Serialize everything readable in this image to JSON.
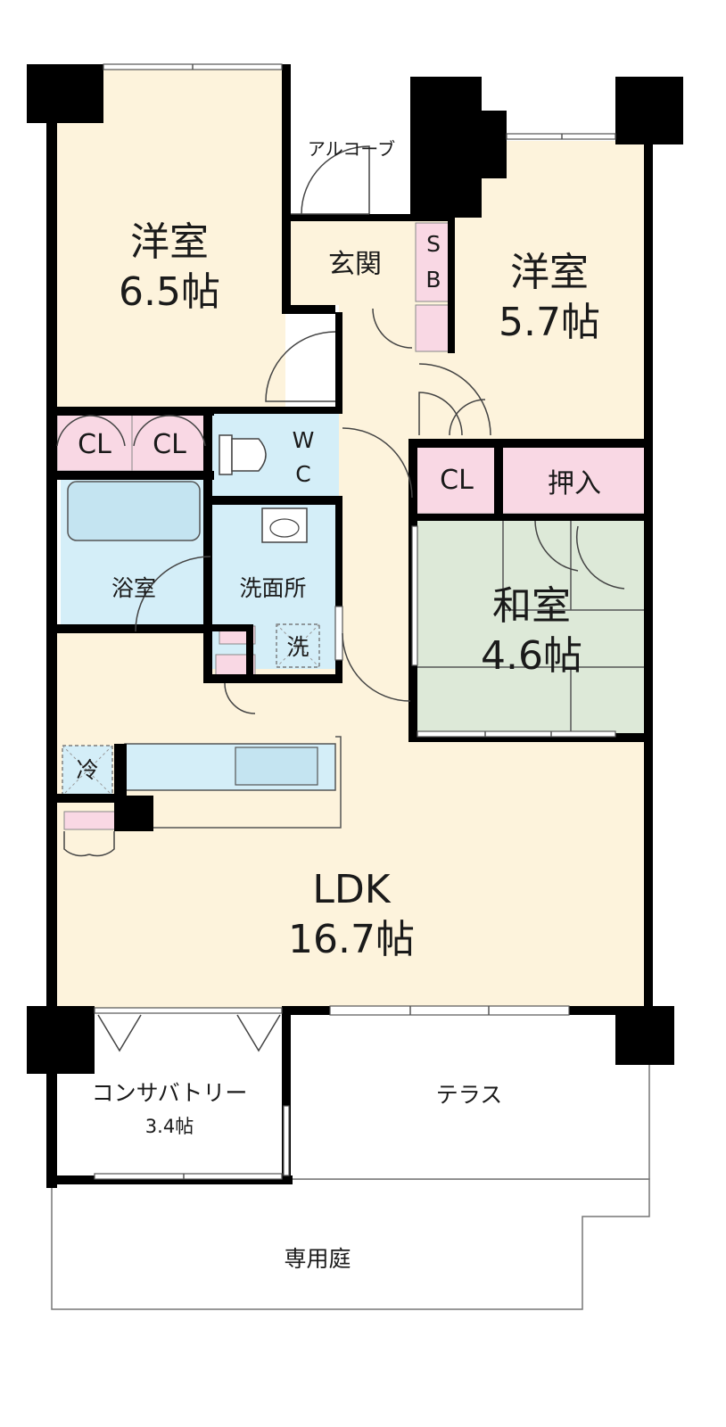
{
  "rooms": {
    "western1": {
      "name": "洋室",
      "size": "6.5帖"
    },
    "western2": {
      "name": "洋室",
      "size": "5.7帖"
    },
    "japanese": {
      "name": "和室",
      "size": "4.6帖"
    },
    "ldk": {
      "name": "LDK",
      "size": "16.7帖"
    },
    "conservatory": {
      "name": "コンサバトリー",
      "size": "3.4帖"
    },
    "entrance": {
      "name": "玄関"
    },
    "alcove": {
      "name": "アルコーブ"
    },
    "bath": {
      "name": "浴室"
    },
    "washroom": {
      "name": "洗面所"
    },
    "terrace": {
      "name": "テラス"
    },
    "garden": {
      "name": "専用庭"
    }
  },
  "storage": {
    "shoe_box_s": "S",
    "shoe_box_b": "B",
    "closet1": "CL",
    "closet2": "CL",
    "closet3": "CL",
    "oshiire": "押入",
    "wc_w": "W",
    "wc_c": "C",
    "washer": "洗",
    "fridge": "冷"
  },
  "colors": {
    "floor": "#fdf3dc",
    "wet": "#d4eef8",
    "storage": "#f9d8e4",
    "tatami": "#dde9d8",
    "wall": "#000000"
  }
}
